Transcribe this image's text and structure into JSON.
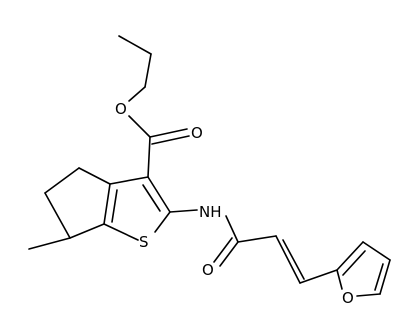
{
  "molecule": {
    "atoms": {
      "ester_carbonyl_o": "O",
      "ester_ether_o": "O",
      "thiophene_s": "S",
      "amide_nh": "NH",
      "amide_o": "O",
      "furan_o": "O"
    }
  },
  "colors": {
    "bond": "#000000",
    "label": "#000000",
    "background": "#ffffff"
  }
}
